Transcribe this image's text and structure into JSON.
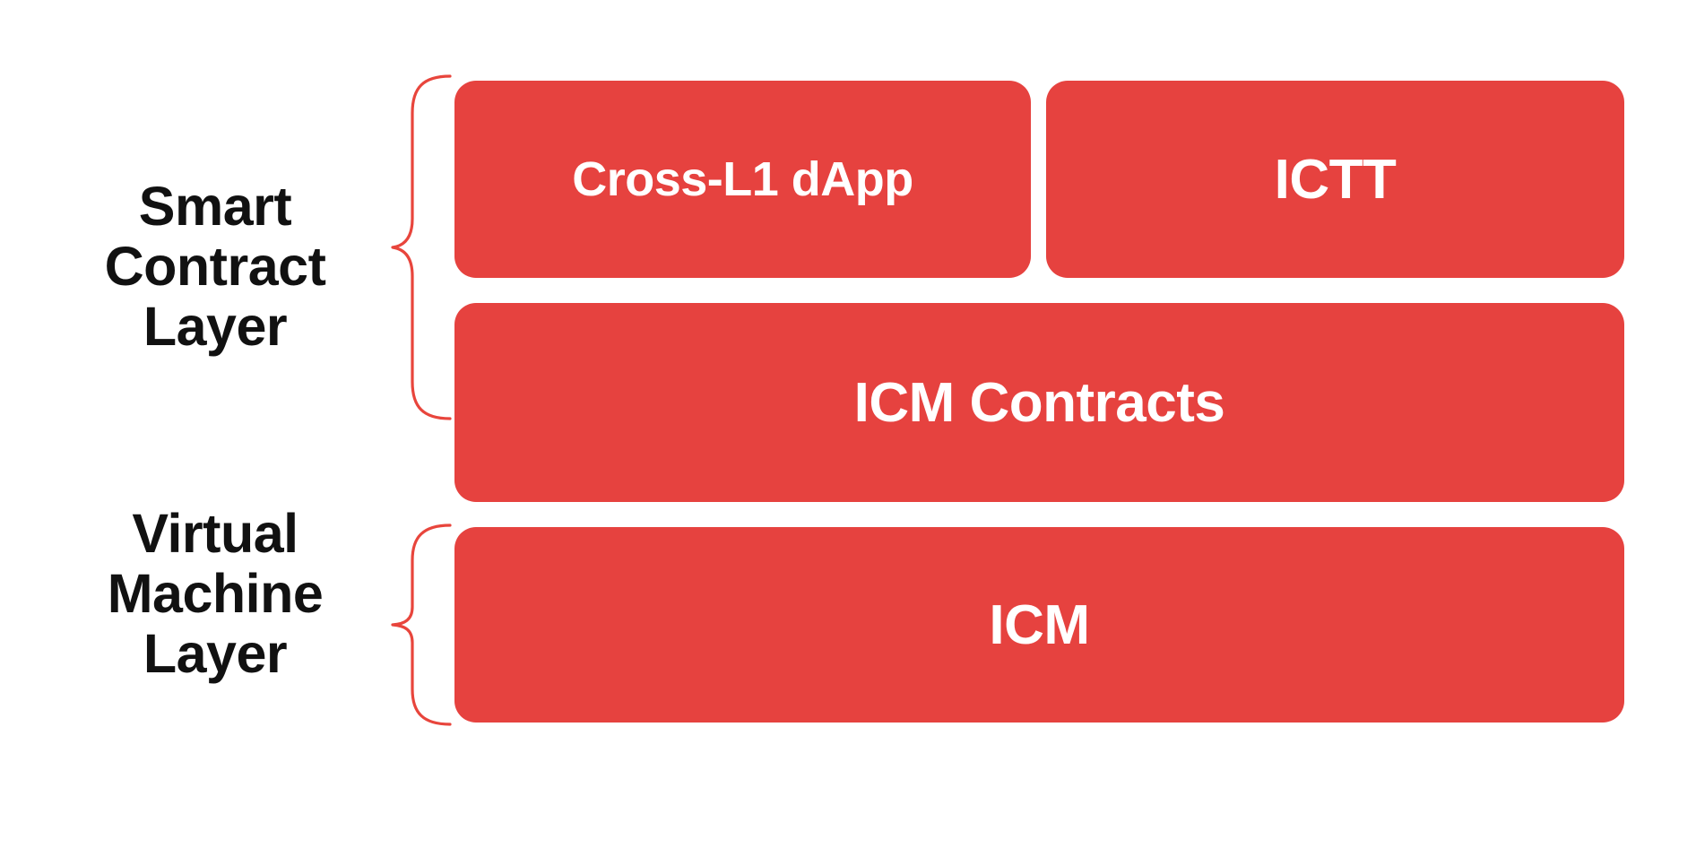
{
  "diagram": {
    "title": "Smart Contract Layer and Virtual Machine Layer stack",
    "background_color": "#FFFFFF",
    "accent_color": "#E6423F",
    "brace_color": "#E8453C",
    "box_text_color": "#FFFFFF",
    "label_text_color": "#111111"
  },
  "layers": [
    {
      "id": "smart-contract-layer",
      "label": "Smart\nContract\nLayer",
      "brace_icon": "curly-brace-icon",
      "rows": [
        {
          "boxes": [
            {
              "id": "cross-l1-dapp",
              "label": "Cross-L1 dApp"
            },
            {
              "id": "ictt",
              "label": "ICTT"
            }
          ]
        },
        {
          "boxes": [
            {
              "id": "icm-contracts",
              "label": "ICM Contracts"
            }
          ]
        }
      ]
    },
    {
      "id": "virtual-machine-layer",
      "label": "Virtual\nMachine\nLayer",
      "brace_icon": "curly-brace-icon",
      "rows": [
        {
          "boxes": [
            {
              "id": "icm",
              "label": "ICM"
            }
          ]
        }
      ]
    }
  ]
}
